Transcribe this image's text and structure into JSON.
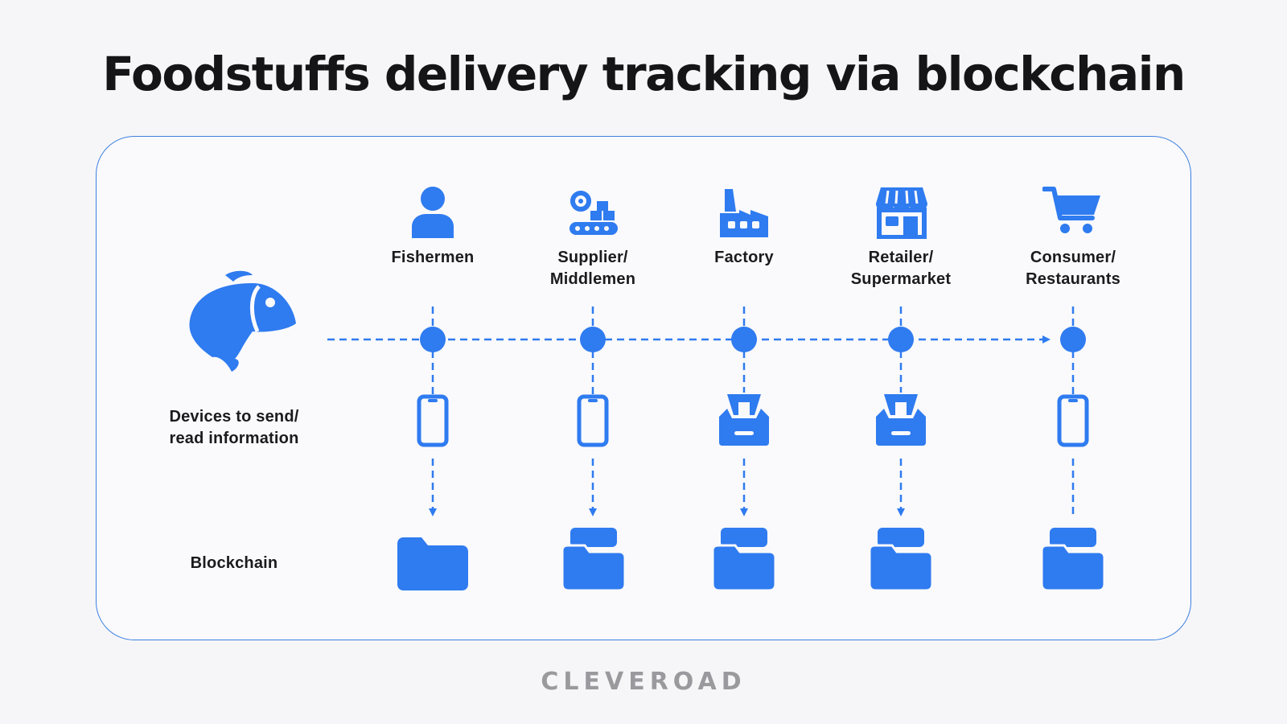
{
  "title": "Foodstuffs delivery tracking via blockchain",
  "brand": "CLEVEROAD",
  "colors": {
    "accent": "#2f7bf0",
    "border": "#3d7fe0",
    "text": "#1b1b1f",
    "brand": "#9a9a9e"
  },
  "source_icon": "fish-icon",
  "rows": {
    "devices_label": "Devices to send/\nread information",
    "blockchain_label": "Blockchain"
  },
  "stages": [
    {
      "label": "Fishermen",
      "icon": "person-icon",
      "device_icon": "phone-icon",
      "folder_icon": "folder-icon"
    },
    {
      "label": "Supplier/\nMiddlemen",
      "icon": "conveyor-icon",
      "device_icon": "phone-icon",
      "folder_icon": "folders-icon"
    },
    {
      "label": "Factory",
      "icon": "factory-icon",
      "device_icon": "scanner-box-icon",
      "folder_icon": "folders-icon"
    },
    {
      "label": "Retailer/\nSupermarket",
      "icon": "store-icon",
      "device_icon": "scanner-box-icon",
      "folder_icon": "folders-icon"
    },
    {
      "label": "Consumer/\nRestaurants",
      "icon": "cart-icon",
      "device_icon": "phone-icon",
      "folder_icon": "folders-icon"
    }
  ]
}
